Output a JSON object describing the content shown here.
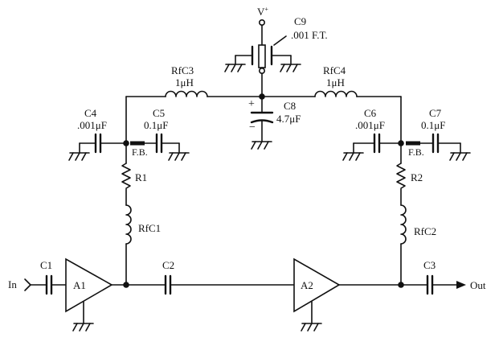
{
  "labels": {
    "vplus": "V",
    "vplus_sup": "+",
    "c9_name": "C9",
    "c9_value": ".001 F.T.",
    "rfc3_name": "RfC3",
    "rfc3_value": "1μH",
    "rfc4_name": "RfC4",
    "rfc4_value": "1μH",
    "c8_name": "C8",
    "c8_value": "4.7μF",
    "c8_plus": "+",
    "c8_minus": "−",
    "c4_name": "C4",
    "c4_value": ".001μF",
    "c5_name": "C5",
    "c5_value": "0.1μF",
    "c6_name": "C6",
    "c6_value": ".001μF",
    "c7_name": "C7",
    "c7_value": "0.1μF",
    "fb_left": "F.B.",
    "fb_right": "F.B.",
    "r1": "R1",
    "r2": "R2",
    "rfc1": "RfC1",
    "rfc2": "RfC2",
    "c1": "C1",
    "c2": "C2",
    "c3": "C3",
    "a1": "A1",
    "a2": "A2",
    "in": "In",
    "out": "Out"
  }
}
